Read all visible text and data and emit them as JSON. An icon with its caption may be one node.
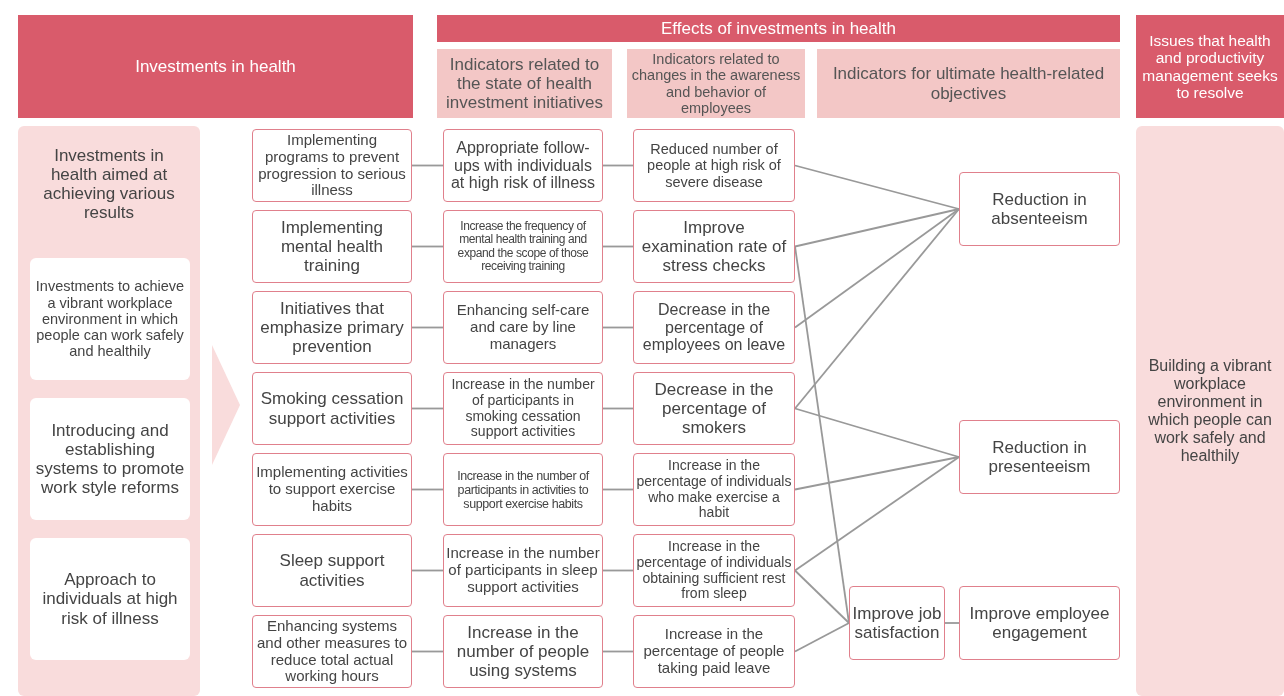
{
  "diagram": {
    "nodes": [
      {
        "text": [
          "Investments in health"
        ]
      },
      {
        "text": [
          "Effects of investments in health"
        ]
      },
      {
        "text": [
          "Indicators related to the state of health investment initiatives"
        ]
      },
      {
        "text": [
          "Indicators related to changes in the awareness and behavior of employees"
        ]
      },
      {
        "text": [
          "Indicators for ultimate health-related objectives"
        ]
      },
      {
        "text": [
          "Issues that health and productivity management seeks to resolve"
        ]
      },
      {
        "text": [
          "Investments in health aimed at achieving various results"
        ]
      },
      {
        "text": [
          "Investments to achieve a vibrant workplace environment in which people can work safely and healthily"
        ],
        "in": 6
      },
      {
        "text": [
          "Introducing and establishing systems to promote work style reforms"
        ],
        "in": 6
      },
      {
        "text": [
          "Approach to individuals at high risk of illness"
        ],
        "in": 6
      },
      {
        "text": [
          "Implementing programs to prevent progression to serious illness"
        ]
      },
      {
        "text": [
          "Appropriate follow-ups with individuals at high risk of illness"
        ]
      },
      {
        "text": [
          "Reduced number of people at high risk of severe disease"
        ]
      },
      {
        "text": [
          "Implementing mental health training"
        ]
      },
      {
        "text": [
          "Increase the frequency of mental health training and expand the scope of those receiving training"
        ]
      },
      {
        "text": [
          "Improve examination rate of stress checks"
        ]
      },
      {
        "text": [
          "Initiatives that emphasize primary prevention"
        ]
      },
      {
        "text": [
          "Enhancing self-care and care by line managers"
        ]
      },
      {
        "text": [
          "Decrease in the percentage of employees on leave"
        ]
      },
      {
        "text": [
          "Smoking cessation support activities"
        ]
      },
      {
        "text": [
          "Increase in the number of participants in smoking cessation support activities"
        ]
      },
      {
        "text": [
          "Decrease in the percentage of smokers"
        ]
      },
      {
        "text": [
          "Implementing activities to support exercise habits"
        ]
      },
      {
        "text": [
          "Increase in the number of participants in activities to support exercise habits"
        ]
      },
      {
        "text": [
          "Increase in the percentage of individuals who make exercise a habit"
        ]
      },
      {
        "text": [
          "Sleep support activities"
        ]
      },
      {
        "text": [
          "Increase in the number of participants in sleep support activities"
        ]
      },
      {
        "text": [
          "Increase in the percentage of individuals obtaining sufficient rest from sleep"
        ]
      },
      {
        "text": [
          "Enhancing systems and other measures to reduce total actual working hours"
        ]
      },
      {
        "text": [
          "Increase in the number of people using systems"
        ]
      },
      {
        "text": [
          "Increase in the percentage of people taking paid leave"
        ]
      },
      {
        "text": [
          "Reduction in absenteeism"
        ]
      },
      {
        "text": [
          "Reduction in presenteeism"
        ]
      },
      {
        "text": [
          "Improve job satisfaction"
        ]
      },
      {
        "text": [
          "Improve employee engagement"
        ]
      },
      {
        "text": [
          "Building a vibrant workplace environment in which people can work safely and healthily"
        ]
      }
    ],
    "edges": [
      {
        "from": 10,
        "to": 11,
        "arrow": "none"
      },
      {
        "from": 11,
        "to": 12,
        "arrow": "none"
      },
      {
        "from": 13,
        "to": 14,
        "arrow": "none"
      },
      {
        "from": 14,
        "to": 15,
        "arrow": "none"
      },
      {
        "from": 16,
        "to": 17,
        "arrow": "none"
      },
      {
        "from": 17,
        "to": 18,
        "arrow": "none"
      },
      {
        "from": 19,
        "to": 20,
        "arrow": "none"
      },
      {
        "from": 20,
        "to": 21,
        "arrow": "none"
      },
      {
        "from": 22,
        "to": 23,
        "arrow": "none"
      },
      {
        "from": 23,
        "to": 24,
        "arrow": "none"
      },
      {
        "from": 25,
        "to": 26,
        "arrow": "none"
      },
      {
        "from": 26,
        "to": 27,
        "arrow": "none"
      },
      {
        "from": 28,
        "to": 29,
        "arrow": "none"
      },
      {
        "from": 29,
        "to": 30,
        "arrow": "none"
      },
      {
        "from": 12,
        "to": 31,
        "arrow": "none"
      },
      {
        "from": 15,
        "to": 31,
        "arrow": "none"
      },
      {
        "from": 15,
        "to": 33,
        "arrow": "none"
      },
      {
        "from": 18,
        "to": 31,
        "arrow": "none"
      },
      {
        "from": 21,
        "to": 31,
        "arrow": "none"
      },
      {
        "from": 21,
        "to": 32,
        "arrow": "none"
      },
      {
        "from": 24,
        "to": 32,
        "arrow": "none"
      },
      {
        "from": 27,
        "to": 32,
        "arrow": "none"
      },
      {
        "from": 27,
        "to": 33,
        "arrow": "none"
      },
      {
        "from": 30,
        "to": 33,
        "arrow": "none"
      },
      {
        "from": 33,
        "to": 34,
        "arrow": "none"
      }
    ]
  }
}
